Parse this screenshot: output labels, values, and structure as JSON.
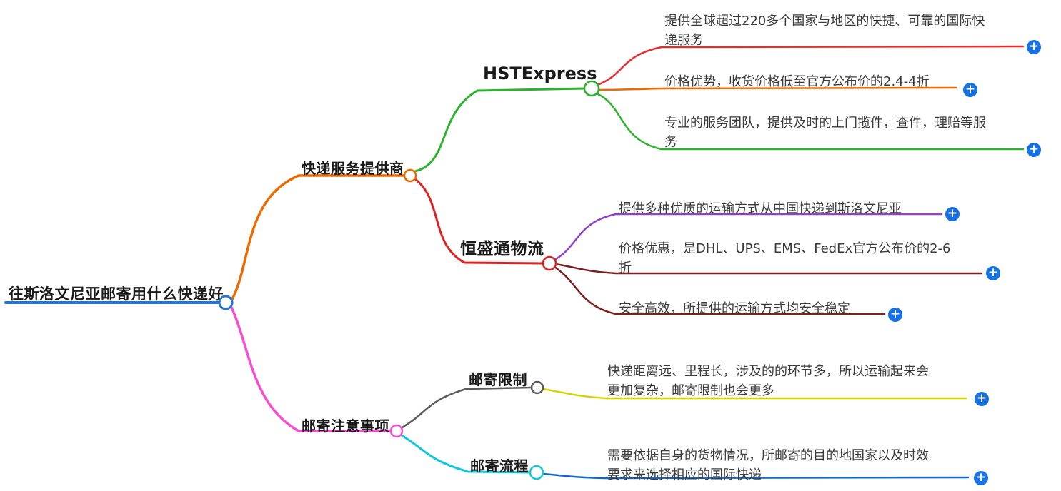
{
  "mindmap": {
    "root": {
      "label": "往斯洛文尼亚邮寄用什么快递好",
      "color": "#2277CC"
    },
    "children": [
      {
        "label": "快递服务提供商",
        "color": "#EE6A00",
        "children": [
          {
            "label": "HSTExpress",
            "color": "#2BB32B",
            "children": [
              {
                "label": "提供全球超过220多个国家与地区的快捷、可靠的国际快递服务",
                "color": "#E82C2C"
              },
              {
                "label": "价格优势，收货价格低至官方公布价的2.4-4折",
                "color": "#EE6A00"
              },
              {
                "label": "专业的服务团队，提供及时的上门揽件，查件，理赔等服务",
                "color": "#2BB32B"
              }
            ]
          },
          {
            "label": "恒盛通物流",
            "color": "#E02020",
            "children": [
              {
                "label": "提供多种优质的运输方式从中国快递到斯洛文尼亚",
                "color": "#9440CC"
              },
              {
                "label": "价格优惠，是DHL、UPS、EMS、FedEx官方公布价的2-6折",
                "color": "#7E1E1E"
              },
              {
                "label": "安全高效，所提供的运输方式均安全稳定",
                "color": "#7E1E1E"
              }
            ]
          }
        ]
      },
      {
        "label": "邮寄注意事项",
        "color": "#F94DD0",
        "children": [
          {
            "label": "邮寄限制",
            "color": "#5A5A5A",
            "children": [
              {
                "label": "快递距离远、里程长，涉及的的环节多，所以运输起来会更加复杂，邮寄限制也会更多",
                "color": "#D4D400"
              }
            ]
          },
          {
            "label": "邮寄流程",
            "color": "#10C8DC",
            "children": [
              {
                "label": "需要依据自身的货物情况，所邮寄的目的地国家以及时效要求来选择相应的国际快递",
                "color": "#1166C8"
              }
            ]
          }
        ]
      }
    ]
  },
  "ui": {
    "plus_glyph": "+",
    "plus_color": "#1472E6",
    "node_fill": "#ffffff"
  }
}
